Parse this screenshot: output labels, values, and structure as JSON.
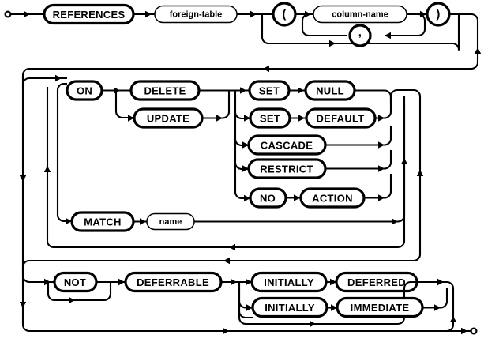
{
  "diagram": {
    "title": "REFERENCES clause railroad syntax diagram",
    "type": "railroad-syntax-diagram",
    "stroke_color": "#000000",
    "background_color": "#ffffff",
    "start_marker": "circle",
    "end_marker": "circle",
    "terminals": {
      "references": "REFERENCES",
      "lparen": "(",
      "comma": ",",
      "rparen": ")",
      "on": "ON",
      "delete": "DELETE",
      "update": "UPDATE",
      "set1": "SET",
      "null": "NULL",
      "set2": "SET",
      "default": "DEFAULT",
      "cascade": "CASCADE",
      "restrict": "RESTRICT",
      "no": "NO",
      "action": "ACTION",
      "match": "MATCH",
      "not": "NOT",
      "deferrable": "DEFERRABLE",
      "initially1": "INITIALLY",
      "deferred": "DEFERRED",
      "initially2": "INITIALLY",
      "immediate": "IMMEDIATE"
    },
    "nonterminals": {
      "foreign_table": "foreign-table",
      "column_name": "column-name",
      "name": "name"
    },
    "rows": [
      {
        "id": "row-1",
        "sequence": [
          "REFERENCES",
          "foreign-table",
          "(",
          "column-name",
          ")"
        ],
        "repeat": ",",
        "optional_group": "( column-name , ... )"
      },
      {
        "id": "row-2",
        "branches": [
          [
            "ON",
            "DELETE",
            "SET",
            "NULL"
          ],
          [
            "ON",
            "UPDATE",
            "SET",
            "DEFAULT"
          ],
          [
            "CASCADE"
          ],
          [
            "RESTRICT"
          ],
          [
            "NO",
            "ACTION"
          ],
          [
            "MATCH",
            "name"
          ]
        ],
        "repeatable": true,
        "optional": true
      },
      {
        "id": "row-3",
        "branches": [
          [
            "NOT",
            "DEFERRABLE",
            "INITIALLY",
            "DEFERRED"
          ],
          [
            "DEFERRABLE",
            "INITIALLY",
            "IMMEDIATE"
          ],
          [
            "DEFERRABLE"
          ]
        ],
        "optional": true
      }
    ]
  }
}
